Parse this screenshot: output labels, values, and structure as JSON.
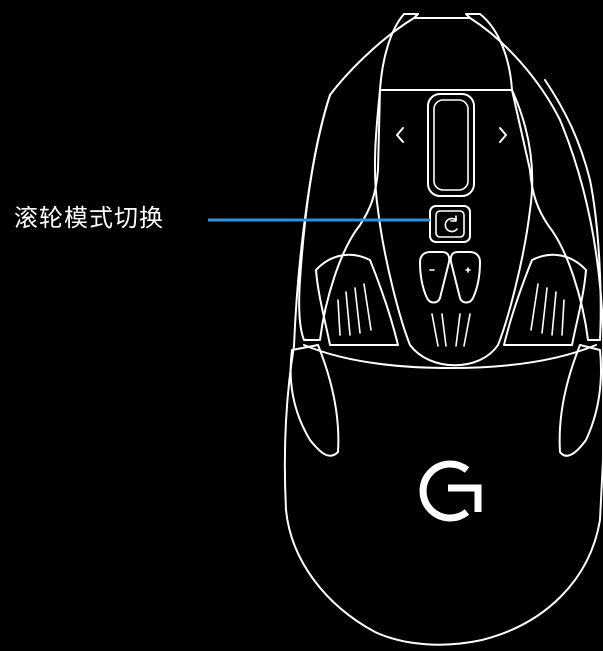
{
  "callout": {
    "label": "滚轮模式切换",
    "line_color": "#2f8fd9"
  },
  "diagram": {
    "subject": "mouse-top-view",
    "background": "#000000",
    "stroke_color": "#ffffff",
    "icons": [
      "scroll-wheel",
      "mode-switch-button",
      "dpi-minus-button",
      "dpi-plus-button",
      "logo-g-icon",
      "tilt-left-arrow-icon",
      "tilt-right-arrow-icon"
    ]
  }
}
